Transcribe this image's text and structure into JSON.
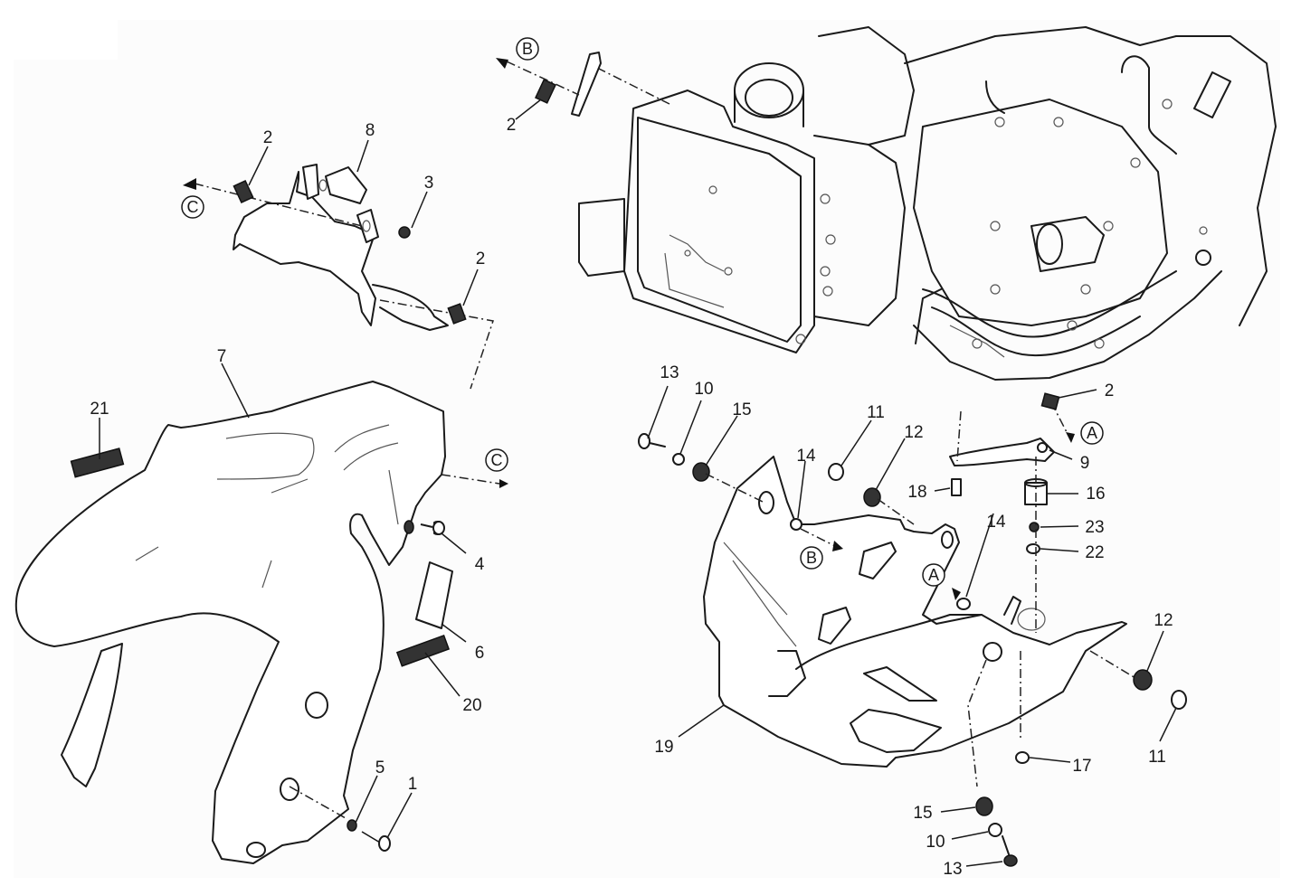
{
  "diagram": {
    "title": "Front mudguard and sump guard exploded parts diagram",
    "callouts": [
      {
        "id": "c2a",
        "label": "2"
      },
      {
        "id": "c8",
        "label": "8"
      },
      {
        "id": "c3",
        "label": "3"
      },
      {
        "id": "c2b",
        "label": "2"
      },
      {
        "id": "c2c",
        "label": "2"
      },
      {
        "id": "c7",
        "label": "7"
      },
      {
        "id": "c21",
        "label": "21"
      },
      {
        "id": "c4",
        "label": "4"
      },
      {
        "id": "c6",
        "label": "6"
      },
      {
        "id": "c20",
        "label": "20"
      },
      {
        "id": "c5",
        "label": "5"
      },
      {
        "id": "c1",
        "label": "1"
      },
      {
        "id": "c13a",
        "label": "13"
      },
      {
        "id": "c10a",
        "label": "10"
      },
      {
        "id": "c15a",
        "label": "15"
      },
      {
        "id": "c11a",
        "label": "11"
      },
      {
        "id": "c12a",
        "label": "12"
      },
      {
        "id": "c14a",
        "label": "14"
      },
      {
        "id": "c2d",
        "label": "2"
      },
      {
        "id": "c9",
        "label": "9"
      },
      {
        "id": "c18",
        "label": "18"
      },
      {
        "id": "c16",
        "label": "16"
      },
      {
        "id": "c14b",
        "label": "14"
      },
      {
        "id": "c23",
        "label": "23"
      },
      {
        "id": "c22",
        "label": "22"
      },
      {
        "id": "c12b",
        "label": "12"
      },
      {
        "id": "c11b",
        "label": "11"
      },
      {
        "id": "c19",
        "label": "19"
      },
      {
        "id": "c17",
        "label": "17"
      },
      {
        "id": "c15b",
        "label": "15"
      },
      {
        "id": "c10b",
        "label": "10"
      },
      {
        "id": "c13b",
        "label": "13"
      }
    ],
    "references": [
      {
        "id": "rB1",
        "label": "B"
      },
      {
        "id": "rC1",
        "label": "C"
      },
      {
        "id": "rC2",
        "label": "C"
      },
      {
        "id": "rA1",
        "label": "A"
      },
      {
        "id": "rB2",
        "label": "B"
      },
      {
        "id": "rA2",
        "label": "A"
      }
    ]
  }
}
